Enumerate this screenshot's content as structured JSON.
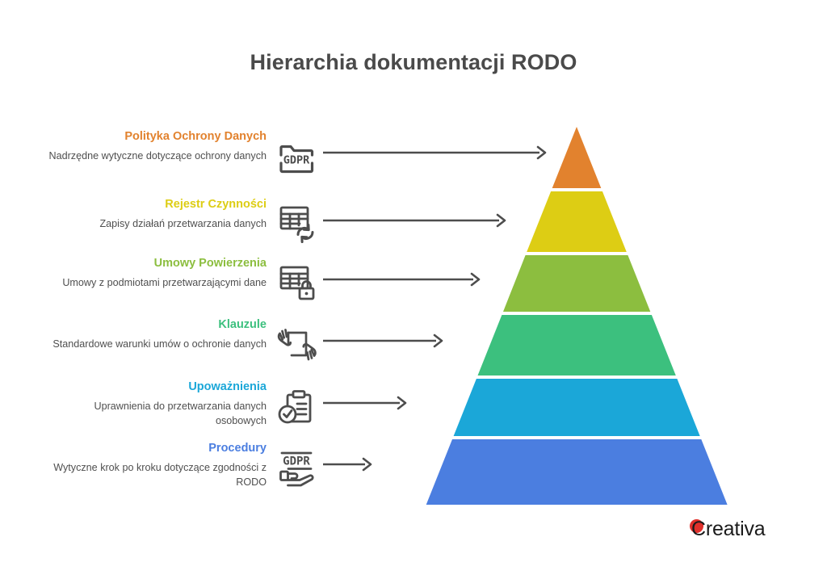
{
  "title": "Hierarchia dokumentacji RODO",
  "title_color": "#4a4a4a",
  "background_color": "#ffffff",
  "levels": [
    {
      "title": "Polityka Ochrony Danych",
      "description": "Nadrzędne wytyczne dotyczące ochrony danych",
      "color": "#e2822e",
      "icon": "folder-gdpr-icon"
    },
    {
      "title": "Rejestr Czynności",
      "description": "Zapisy działań przetwarzania danych",
      "color": "#ddcd14",
      "icon": "table-sync-icon"
    },
    {
      "title": "Umowy Powierzenia",
      "description": "Umowy z podmiotami przetwarzającymi dane",
      "color": "#8cbe3f",
      "icon": "table-lock-icon"
    },
    {
      "title": "Klauzule",
      "description": "Standardowe warunki umów o ochronie danych",
      "color": "#3cc07e",
      "icon": "hands-document-icon"
    },
    {
      "title": "Upoważnienia",
      "description": "Uprawnienia do przetwarzania danych osobowych",
      "color": "#1ba7d8",
      "icon": "clipboard-check-icon"
    },
    {
      "title": "Procedury",
      "description": "Wytyczne krok po kroku dotyczące zgodności z RODO",
      "color": "#4b7ee0",
      "icon": "hand-gdpr-icon"
    }
  ],
  "icon_labels": {
    "folder_gdpr": "GDPR",
    "hand_gdpr": "GDPR"
  },
  "logo": {
    "text": "Creativa",
    "dot_color": "#e0302b",
    "text_color": "#1b1b1b"
  }
}
